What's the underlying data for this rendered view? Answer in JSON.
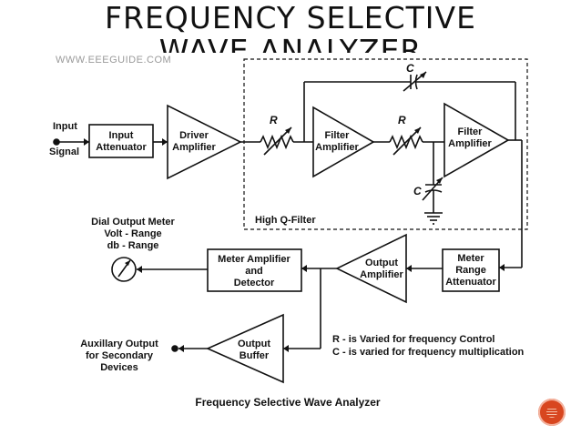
{
  "slide": {
    "title_line1": "FREQUENCY SELECTIVE",
    "title_line2": "WAVE ANALYZER",
    "watermark": "WWW.EEEGUIDE.COM"
  },
  "diagram": {
    "input_label": "Input",
    "signal_label": "Signal",
    "input_attenuator": [
      "Input",
      "Attenuator"
    ],
    "driver_amplifier": [
      "Driver",
      "Amplifier"
    ],
    "r1_label": "R",
    "filter_amp1": [
      "Filter",
      "Amplifier"
    ],
    "r2_label": "R",
    "filter_amp2": [
      "Filter",
      "Amplifier"
    ],
    "c_top_label": "C",
    "c_bottom_label": "C",
    "filter_box_label": "High Q-Filter",
    "dial_meter": [
      "Dial Output Meter",
      "Volt - Range",
      "db - Range"
    ],
    "meter_amplifier": [
      "Meter Amplifier",
      "and",
      "Detector"
    ],
    "output_amplifier": [
      "Output",
      "Amplifier"
    ],
    "meter_range_attenuator": [
      "Meter",
      "Range",
      "Attenuator"
    ],
    "output_buffer": [
      "Output",
      "Buffer"
    ],
    "aux_output": [
      "Auxillary Output",
      "for Secondary",
      "Devices"
    ],
    "legend_r": "R - is Varied for frequency Control",
    "legend_c": "C - is varied for frequency multiplication",
    "caption": "Frequency Selective Wave Analyzer"
  }
}
